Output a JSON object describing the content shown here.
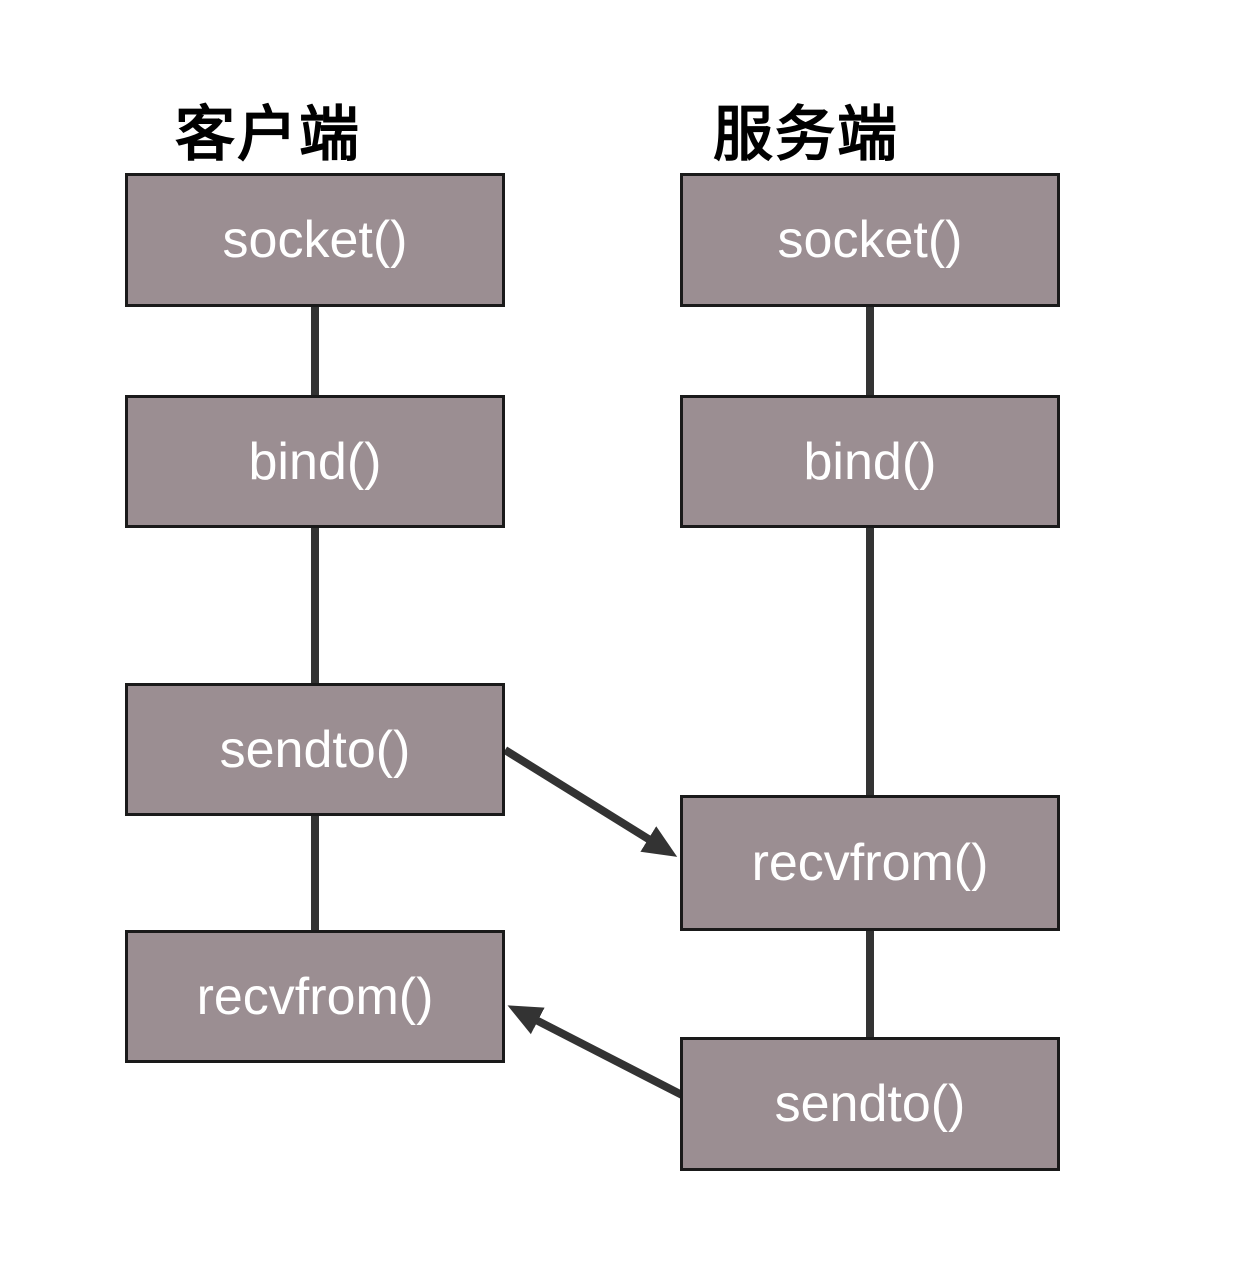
{
  "diagram": {
    "type": "flow-diagram",
    "colors": {
      "background": "#ffffff",
      "box_fill": "#9b8e92",
      "box_border": "#1a1a1a",
      "box_text": "#ffffff",
      "line": "#333333",
      "title_text": "#000000"
    },
    "columns": [
      {
        "id": "client",
        "title": "客户端",
        "boxes": [
          {
            "label": "socket()"
          },
          {
            "label": "bind()"
          },
          {
            "label": "sendto()"
          },
          {
            "label": "recvfrom()"
          }
        ]
      },
      {
        "id": "server",
        "title": "服务端",
        "boxes": [
          {
            "label": "socket()"
          },
          {
            "label": "bind()"
          },
          {
            "label": "recvfrom()"
          },
          {
            "label": "sendto()"
          }
        ]
      }
    ],
    "connections": [
      {
        "from": "client socket()",
        "to": "client bind()",
        "style": "line"
      },
      {
        "from": "client bind()",
        "to": "client sendto()",
        "style": "line"
      },
      {
        "from": "client sendto()",
        "to": "client recvfrom()",
        "style": "line"
      },
      {
        "from": "server socket()",
        "to": "server bind()",
        "style": "line"
      },
      {
        "from": "server bind()",
        "to": "server recvfrom()",
        "style": "line"
      },
      {
        "from": "server recvfrom()",
        "to": "server sendto()",
        "style": "line"
      },
      {
        "from": "client sendto()",
        "to": "server recvfrom()",
        "style": "arrow"
      },
      {
        "from": "server sendto()",
        "to": "client recvfrom()",
        "style": "arrow"
      }
    ]
  }
}
